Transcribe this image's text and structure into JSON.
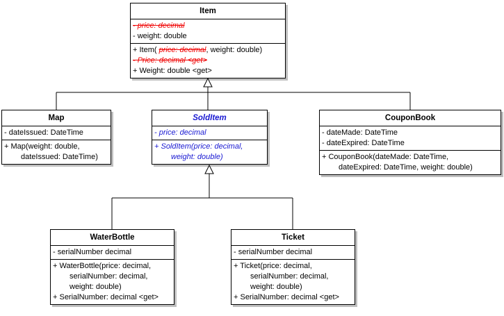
{
  "colors": {
    "removed_member": "#f00000",
    "abstract_class": "#1919d2",
    "box_border": "#000000",
    "box_shadow": "#bfbfbf",
    "box_background": "#ffffff"
  },
  "classes": {
    "item": {
      "title": "Item",
      "attributes": {
        "price_removed": "- price: decimal",
        "weight": "- weight: double"
      },
      "methods": {
        "ctor_prefix": "+ Item( ",
        "ctor_removed": "price: decimal",
        "ctor_suffix": ", weight: double)",
        "price_get_removed": "- Price: decimal <get>",
        "weight_get": "+ Weight: double <get>"
      }
    },
    "map": {
      "title": "Map",
      "attributes": {
        "date_issued": "- dateIssued: DateTime"
      },
      "methods": {
        "ctor_line1": "+ Map(weight: double,",
        "ctor_line2": "dateIssued: DateTime)"
      }
    },
    "solditem": {
      "title": "SoldItem",
      "attributes": {
        "price": "- price: decimal"
      },
      "methods": {
        "ctor_line1": "+ SoldItem(price: decimal,",
        "ctor_line2": "weight: double)"
      }
    },
    "couponbook": {
      "title": "CouponBook",
      "attributes": {
        "date_made": "- dateMade: DateTime",
        "date_expired": "- dateExpired: DateTime"
      },
      "methods": {
        "ctor_line1": "+ CouponBook(dateMade: DateTime,",
        "ctor_line2": "dateExpired: DateTime, weight: double)"
      }
    },
    "waterbottle": {
      "title": "WaterBottle",
      "attributes": {
        "serial_number": "- serialNumber decimal"
      },
      "methods": {
        "ctor_line1": "+ WaterBottle(price: decimal,",
        "ctor_line2": "serialNumber: decimal,",
        "ctor_line3": "weight: double)",
        "serial_get": "+ SerialNumber: decimal <get>"
      }
    },
    "ticket": {
      "title": "Ticket",
      "attributes": {
        "serial_number": "- serialNumber decimal"
      },
      "methods": {
        "ctor_line1": "+ Ticket(price: decimal,",
        "ctor_line2": "serialNumber: decimal,",
        "ctor_line3": "weight: double)",
        "serial_get": "+ SerialNumber: decimal <get>"
      }
    }
  }
}
